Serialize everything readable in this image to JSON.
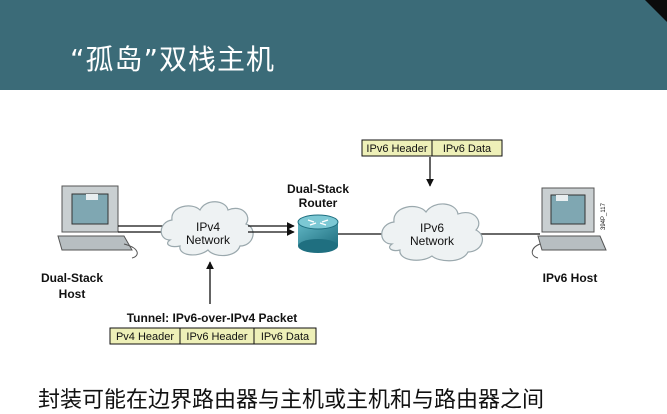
{
  "slide": {
    "title": "“孤岛”双栈主机",
    "caption": "封装可能在边界路由器与主机或主机和与路由器之间"
  },
  "colors": {
    "title_bar": "#3b6b78",
    "packet_fill": "#eef0b8",
    "router": "#2f8fa0",
    "cloud": "#eef2f3"
  },
  "diagram": {
    "ipv6_packet": {
      "header": "IPv6 Header",
      "data": "IPv6 Data"
    },
    "router_label": {
      "line1": "Dual-Stack",
      "line2": "Router"
    },
    "ipv4_cloud": {
      "line1": "IPv4",
      "line2": "Network"
    },
    "ipv6_cloud": {
      "line1": "IPv6",
      "line2": "Network"
    },
    "left_host": {
      "line1": "Dual-Stack",
      "line2": "Host"
    },
    "right_host": {
      "label": "IPv6 Host"
    },
    "figure_id": "394P_117",
    "tunnel": {
      "label": "Tunnel: IPv6-over-IPv4 Packet",
      "seg1": "Pv4 Header",
      "seg2": "IPv6 Header",
      "seg3": "IPv6 Data"
    }
  }
}
